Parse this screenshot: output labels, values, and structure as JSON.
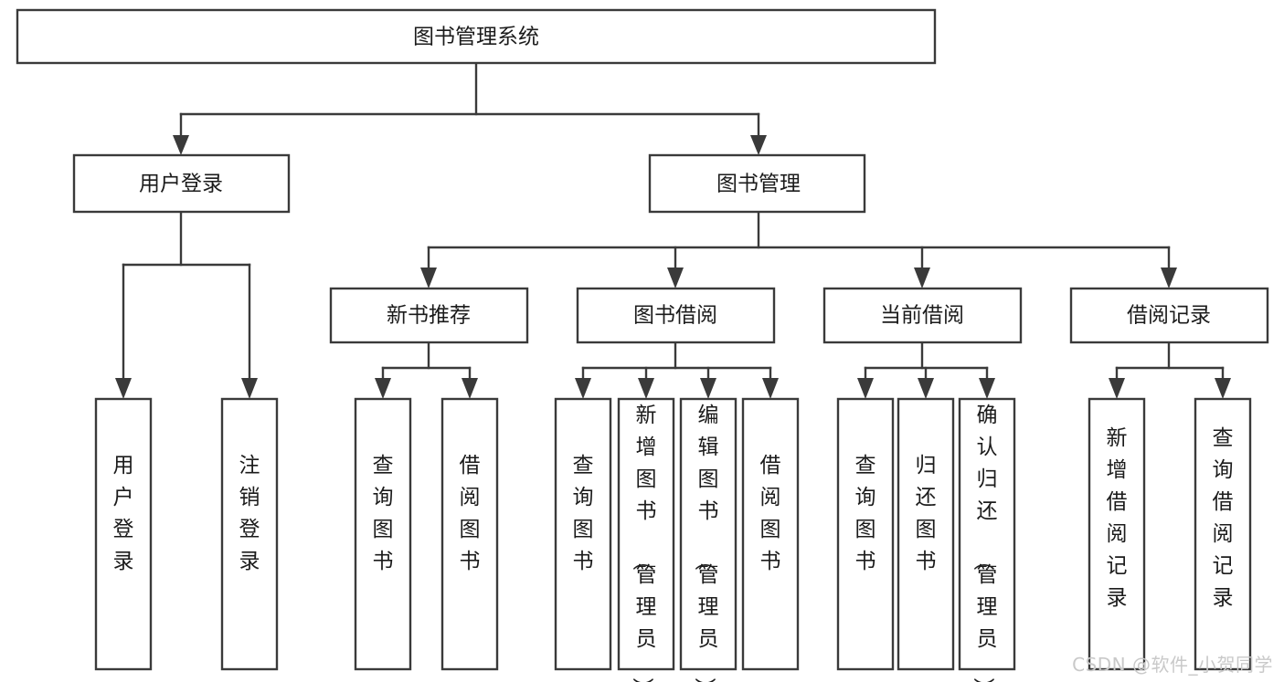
{
  "diagram": {
    "type": "tree-hierarchy",
    "title": "图书管理系统",
    "orientation": "top-down",
    "colors": {
      "stroke": "#3a3a3a",
      "box_fill": "#ffffff",
      "text": "#1b1b1b",
      "background": "#ffffff",
      "watermark": "#c9c9c9"
    },
    "levels": [
      {
        "level": 1,
        "nodes": [
          {
            "id": "root",
            "label": "图书管理系统",
            "orientation": "horizontal"
          }
        ]
      },
      {
        "level": 2,
        "nodes": [
          {
            "id": "user-login",
            "label": "用户登录",
            "orientation": "horizontal",
            "parent": "root"
          },
          {
            "id": "book-manage",
            "label": "图书管理",
            "orientation": "horizontal",
            "parent": "root"
          }
        ]
      },
      {
        "level": 3,
        "nodes": [
          {
            "id": "new-book-rec",
            "label": "新书推荐",
            "orientation": "horizontal",
            "parent": "book-manage"
          },
          {
            "id": "book-borrow",
            "label": "图书借阅",
            "orientation": "horizontal",
            "parent": "book-manage"
          },
          {
            "id": "current-borrow",
            "label": "当前借阅",
            "orientation": "horizontal",
            "parent": "book-manage"
          },
          {
            "id": "borrow-record",
            "label": "借阅记录",
            "orientation": "horizontal",
            "parent": "book-manage"
          }
        ]
      },
      {
        "level": 4,
        "nodes": [
          {
            "id": "leaf-user-login",
            "label": "用户登录",
            "orientation": "vertical",
            "parent": "user-login"
          },
          {
            "id": "leaf-logout",
            "label": "注销登录",
            "orientation": "vertical",
            "parent": "user-login"
          },
          {
            "id": "leaf-query-book-1",
            "label": "查询图书",
            "orientation": "vertical",
            "parent": "new-book-rec"
          },
          {
            "id": "leaf-borrow-book-1",
            "label": "借阅图书",
            "orientation": "vertical",
            "parent": "new-book-rec"
          },
          {
            "id": "leaf-query-book-2",
            "label": "查询图书",
            "orientation": "vertical",
            "parent": "book-borrow"
          },
          {
            "id": "leaf-add-book",
            "label": "新增图书（管理员）",
            "orientation": "vertical",
            "parent": "book-borrow"
          },
          {
            "id": "leaf-edit-book",
            "label": "编辑图书（管理员）",
            "orientation": "vertical",
            "parent": "book-borrow"
          },
          {
            "id": "leaf-borrow-book-2",
            "label": "借阅图书",
            "orientation": "vertical",
            "parent": "book-borrow"
          },
          {
            "id": "leaf-query-book-3",
            "label": "查询图书",
            "orientation": "vertical",
            "parent": "current-borrow"
          },
          {
            "id": "leaf-return-book",
            "label": "归还图书",
            "orientation": "vertical",
            "parent": "current-borrow"
          },
          {
            "id": "leaf-confirm-return",
            "label": "确认归还（管理员）",
            "orientation": "vertical",
            "parent": "current-borrow"
          },
          {
            "id": "leaf-add-record",
            "label": "新增借阅记录",
            "orientation": "vertical",
            "parent": "borrow-record"
          },
          {
            "id": "leaf-query-record",
            "label": "查询借阅记录",
            "orientation": "vertical",
            "parent": "borrow-record"
          }
        ]
      }
    ]
  },
  "watermark": {
    "text": "CSDN @软件_小贺同学"
  }
}
